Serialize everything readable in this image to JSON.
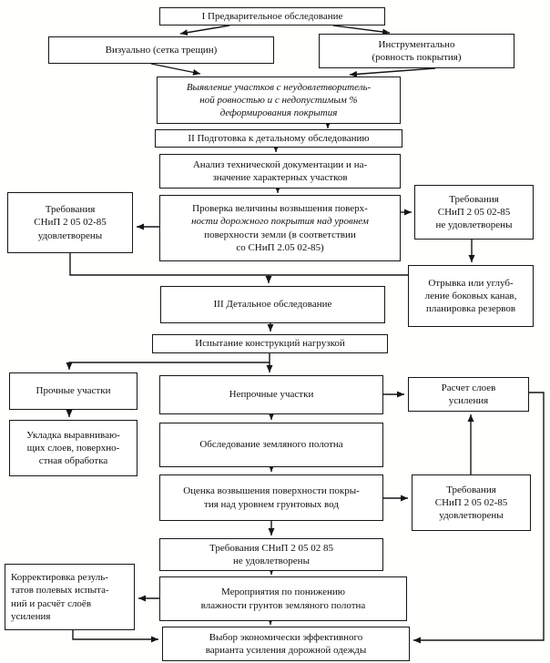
{
  "diagram": {
    "language": "ru",
    "subject": "Схема обследования и усиления дорожной одежды",
    "accent_color": "#161616",
    "boxes": {
      "stage1": {
        "lines": [
          "I  Предварительное обследование"
        ]
      },
      "visual": {
        "lines": [
          "Визуально (сетка трещин)"
        ]
      },
      "instrumental": {
        "lines": [
          "Инструментально",
          "(ровность покрытия)"
        ]
      },
      "identify": {
        "lines": [
          "Выявление участков с неудовлетворитель-",
          "ной ровностью и с недопустимым %",
          "деформирования покрытия"
        ]
      },
      "stage2": {
        "lines": [
          "II  Подготовка к детальному обследованию"
        ]
      },
      "analysis": {
        "lines": [
          "Анализ технической документации и на-",
          "значение характерных участков"
        ]
      },
      "check_elev": {
        "lines": [
          "Проверка величины возвышения поверх-",
          "ности дорожного покрытия над уровнем",
          "поверхности земли (в соответствии",
          "со СНиП 2.05 02-85)"
        ]
      },
      "req_ok_top": {
        "lines": [
          "Требования",
          "СНиП 2 05 02-85",
          "удовлетворены"
        ]
      },
      "req_not_top": {
        "lines": [
          "Требования",
          "СНиП 2 05 02-85",
          "не удовлетворены"
        ]
      },
      "ditch": {
        "lines": [
          "Отрывка или углуб-",
          "ление боковых канав,",
          "планировка резервов"
        ]
      },
      "stage3": {
        "lines": [
          "III  Детальное обследование"
        ]
      },
      "load_test": {
        "lines": [
          "Испытание конструкций нагрузкой"
        ]
      },
      "strong": {
        "lines": [
          "Прочные участки"
        ]
      },
      "weak": {
        "lines": [
          "Непрочные участки"
        ]
      },
      "calc": {
        "lines": [
          "Расчет слоев",
          "усиления"
        ]
      },
      "leveling": {
        "lines": [
          "Укладка выравниваю-",
          "щих слоев, поверхно-",
          "стная обработка"
        ]
      },
      "subgrade": {
        "lines": [
          "Обследование земляного полотна"
        ]
      },
      "gw_elev": {
        "lines": [
          "Оценка возвышения поверхности покры-",
          "тия над уровнем грунтовых вод"
        ]
      },
      "req_ok_bot": {
        "lines": [
          "Требования",
          "СНиП 2 05 02-85",
          "удовлетворены"
        ]
      },
      "req_not_bot": {
        "lines": [
          "Требования СНиП 2 05 02 85",
          "не удовлетворены"
        ]
      },
      "moisture": {
        "lines": [
          "Мероприятия по понижению",
          "влажности грунтов земляного полотна"
        ]
      },
      "correction": {
        "lines": [
          "Корректировка резуль-",
          "татов полевых испыта-",
          "ний и расчёт слоёв",
          "усиления"
        ]
      },
      "choice": {
        "lines": [
          "Выбор экономически эффективного",
          "варианта усиления дорожной одежды"
        ]
      }
    }
  }
}
